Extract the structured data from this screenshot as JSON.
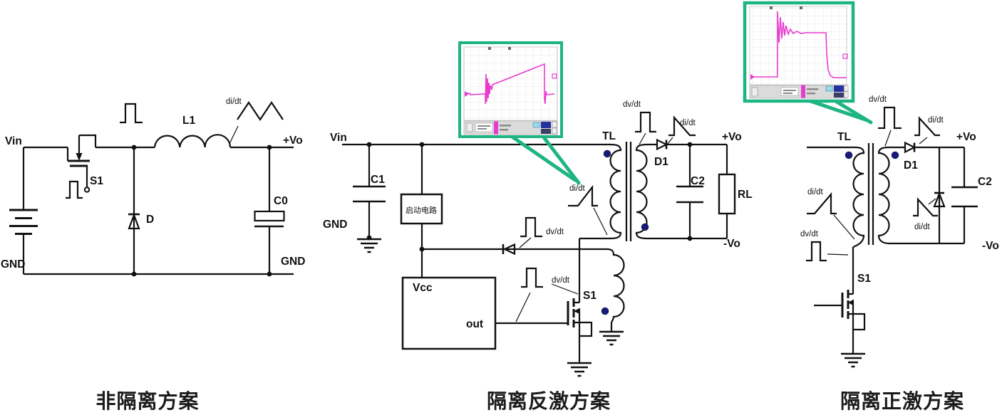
{
  "colors": {
    "accent_green": "#1fb483",
    "waveform_magenta": "#e83ccf",
    "ink": "#111111",
    "polarity_dot": "#171a7d",
    "scope_bar_gray": "#dbdbdb"
  },
  "captions": {
    "left": "非隔离方案",
    "middle": "隔离反激方案",
    "right": "隔离正激方案"
  },
  "left_circuit": {
    "labels": {
      "vin": "Vin",
      "gnd_left": "GND",
      "gnd_right": "GND",
      "switch": "S1",
      "diode": "D",
      "inductor": "L1",
      "didt": "di/dt",
      "output_cap": "C0",
      "vout": "+Vo"
    }
  },
  "middle_circuit": {
    "labels": {
      "vin": "Vin",
      "input_cap": "C1",
      "gnd": "GND",
      "startup_box": "启动电路",
      "controller_vcc": "Vcc",
      "controller_out": "out",
      "vcc_diode_dvdt": "dv/dt",
      "gate_dvdt": "dv/dt",
      "switch": "S1",
      "primary_didt": "di/dt",
      "transformer": "TL",
      "secondary_dvdt": "dv/dt",
      "output_diode": "D1",
      "secondary_didt": "di/dt",
      "output_cap": "C2",
      "load": "RL",
      "vout_plus": "+Vo",
      "vout_minus": "-Vo"
    }
  },
  "right_circuit": {
    "labels": {
      "transformer": "TL",
      "top_dvdt": "dv/dt",
      "output_diode_didt": "di/dt",
      "output_diode": "D1",
      "vout_plus": "+Vo",
      "output_cap": "C2",
      "freewheel_didt": "di/dt",
      "vout_minus": "-Vo",
      "primary_didt": "di/dt",
      "gate_dvdt": "dv/dt",
      "switch": "S1"
    }
  }
}
